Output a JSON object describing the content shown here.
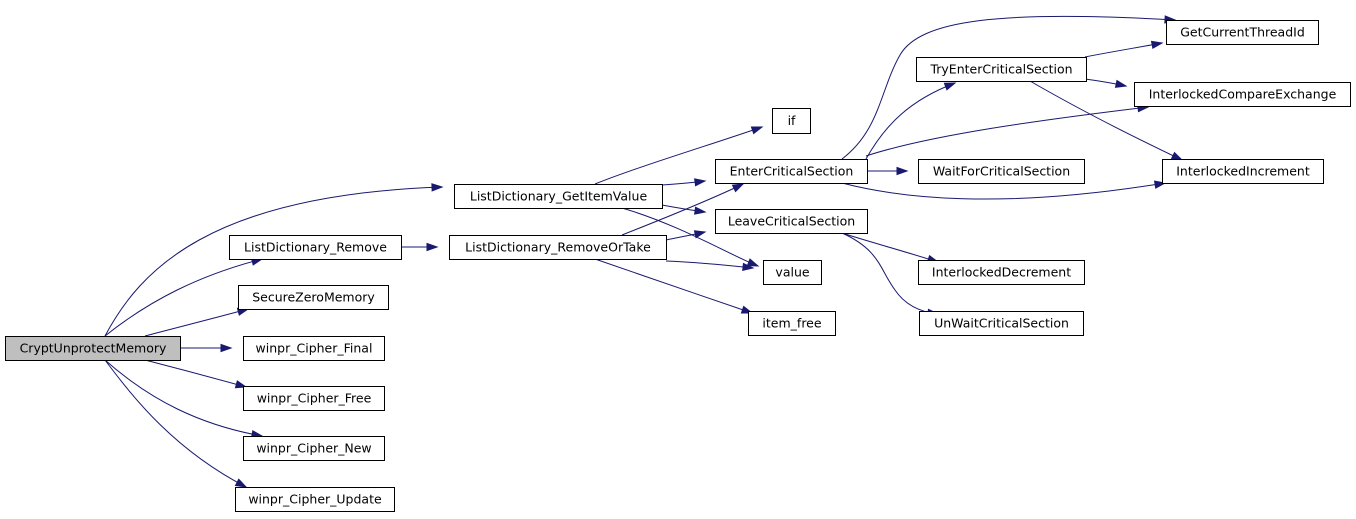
{
  "colors": {
    "edge": "#191970",
    "root_fill": "#bfbfbf",
    "node_fill": "#ffffff",
    "border": "#000000"
  },
  "nodes": [
    {
      "id": "n0",
      "label": "CryptUnprotectMemory",
      "root": true
    },
    {
      "id": "n1",
      "label": "ListDictionary_GetItemValue"
    },
    {
      "id": "n2",
      "label": "ListDictionary_Remove"
    },
    {
      "id": "n3",
      "label": "SecureZeroMemory"
    },
    {
      "id": "n4",
      "label": "winpr_Cipher_Final"
    },
    {
      "id": "n5",
      "label": "winpr_Cipher_Free"
    },
    {
      "id": "n6",
      "label": "winpr_Cipher_New"
    },
    {
      "id": "n7",
      "label": "winpr_Cipher_Update"
    },
    {
      "id": "n8",
      "label": "ListDictionary_RemoveOrTake"
    },
    {
      "id": "n9",
      "label": "if"
    },
    {
      "id": "n10",
      "label": "EnterCriticalSection"
    },
    {
      "id": "n11",
      "label": "LeaveCriticalSection"
    },
    {
      "id": "n12",
      "label": "value"
    },
    {
      "id": "n13",
      "label": "item_free"
    },
    {
      "id": "n14",
      "label": "TryEnterCriticalSection"
    },
    {
      "id": "n15",
      "label": "GetCurrentThreadId"
    },
    {
      "id": "n16",
      "label": "InterlockedCompareExchange"
    },
    {
      "id": "n17",
      "label": "WaitForCriticalSection"
    },
    {
      "id": "n18",
      "label": "InterlockedIncrement"
    },
    {
      "id": "n19",
      "label": "InterlockedDecrement"
    },
    {
      "id": "n20",
      "label": "UnWaitCriticalSection"
    }
  ],
  "edges": [
    [
      "n0",
      "n1"
    ],
    [
      "n0",
      "n2"
    ],
    [
      "n0",
      "n3"
    ],
    [
      "n0",
      "n4"
    ],
    [
      "n0",
      "n5"
    ],
    [
      "n0",
      "n6"
    ],
    [
      "n0",
      "n7"
    ],
    [
      "n1",
      "n9"
    ],
    [
      "n1",
      "n10"
    ],
    [
      "n1",
      "n11"
    ],
    [
      "n1",
      "n12"
    ],
    [
      "n2",
      "n8"
    ],
    [
      "n8",
      "n10"
    ],
    [
      "n8",
      "n11"
    ],
    [
      "n8",
      "n12"
    ],
    [
      "n8",
      "n13"
    ],
    [
      "n10",
      "n14"
    ],
    [
      "n10",
      "n15"
    ],
    [
      "n10",
      "n16"
    ],
    [
      "n10",
      "n17"
    ],
    [
      "n10",
      "n18"
    ],
    [
      "n14",
      "n15"
    ],
    [
      "n14",
      "n16"
    ],
    [
      "n14",
      "n18"
    ],
    [
      "n11",
      "n19"
    ],
    [
      "n11",
      "n20"
    ]
  ]
}
